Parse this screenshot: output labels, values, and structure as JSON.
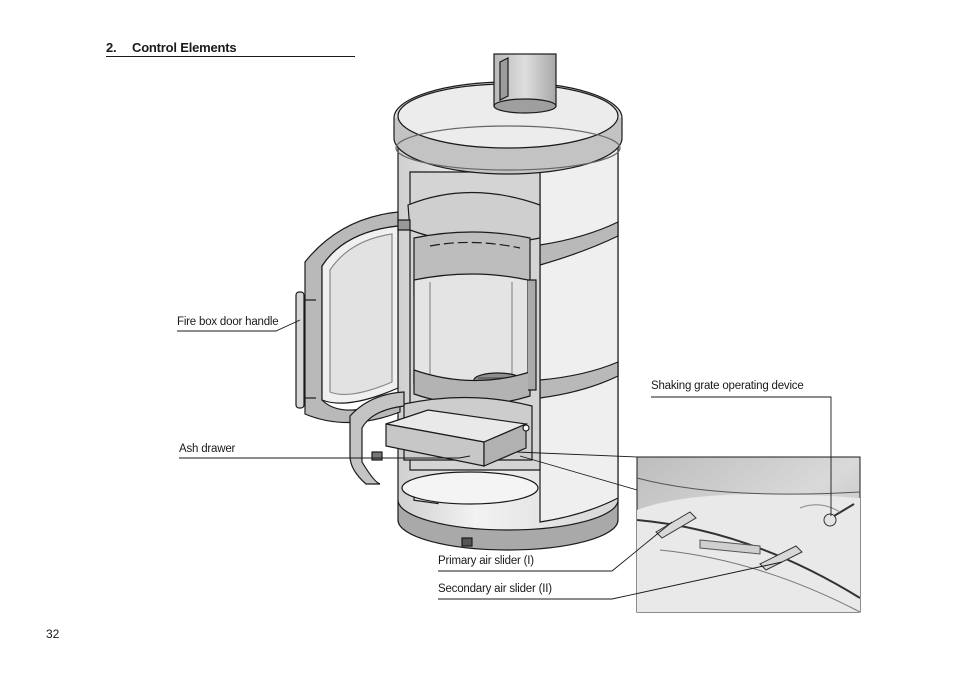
{
  "section": {
    "number": "2.",
    "title": "Control Elements"
  },
  "labels": {
    "fire_box_door_handle": "Fire box door handle",
    "ash_drawer": "Ash drawer",
    "shaking_grate": "Shaking grate operating device",
    "primary_air_slider": "Primary air slider (I)",
    "secondary_air_slider": "Secondary air slider (II)"
  },
  "page_number": "32",
  "colors": {
    "ink": "#1a1a1a",
    "stove_light": "#e6e6e6",
    "stove_mid": "#c8c8c8",
    "stove_dark": "#a5a5a5"
  }
}
